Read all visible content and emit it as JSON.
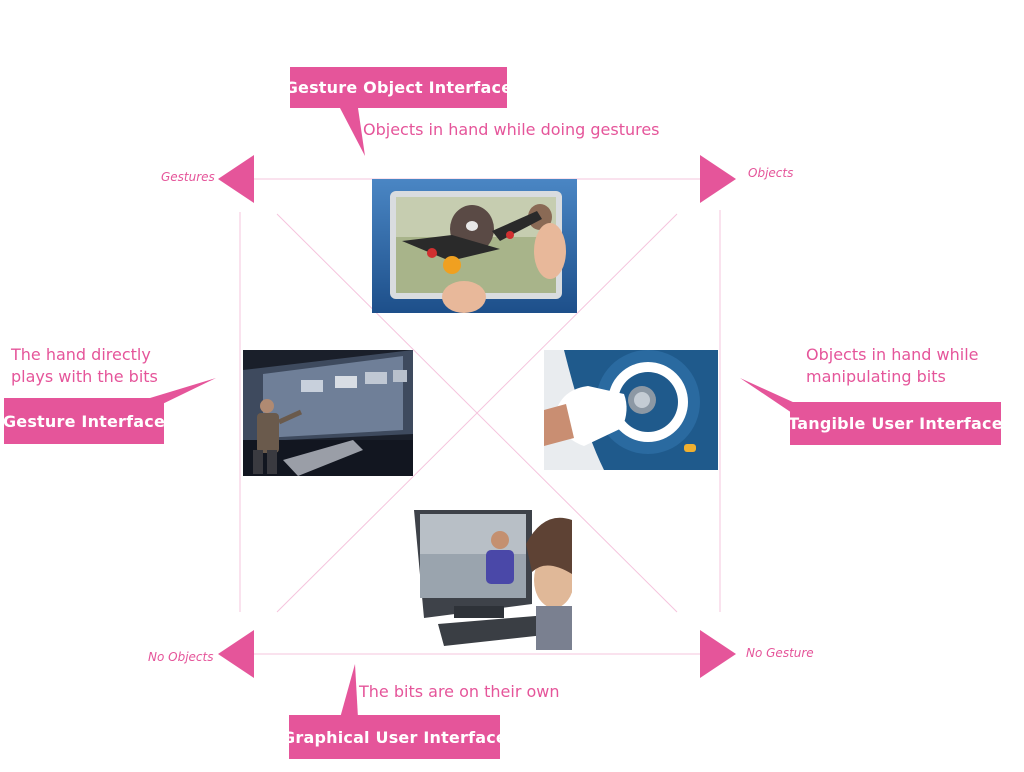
{
  "quadrants": {
    "top": {
      "title": "Gesture Object Interface",
      "description": "Objects in hand while doing gestures"
    },
    "left": {
      "title": "Gesture Interface",
      "description_lines": [
        "The hand directly",
        "plays with the bits"
      ]
    },
    "right": {
      "title": "Tangible User Interface",
      "description_lines": [
        "Objects in hand while",
        "manipulating bits"
      ]
    },
    "bottom": {
      "title": "Graphical User Interface",
      "description": "The bits are on their own"
    }
  },
  "axes": {
    "top_left": "Gestures",
    "top_right": "Objects",
    "bottom_left": "No Objects",
    "bottom_right": "No Gesture"
  },
  "colors": {
    "accent": "#e5559a",
    "line": "#f5c4dd"
  }
}
